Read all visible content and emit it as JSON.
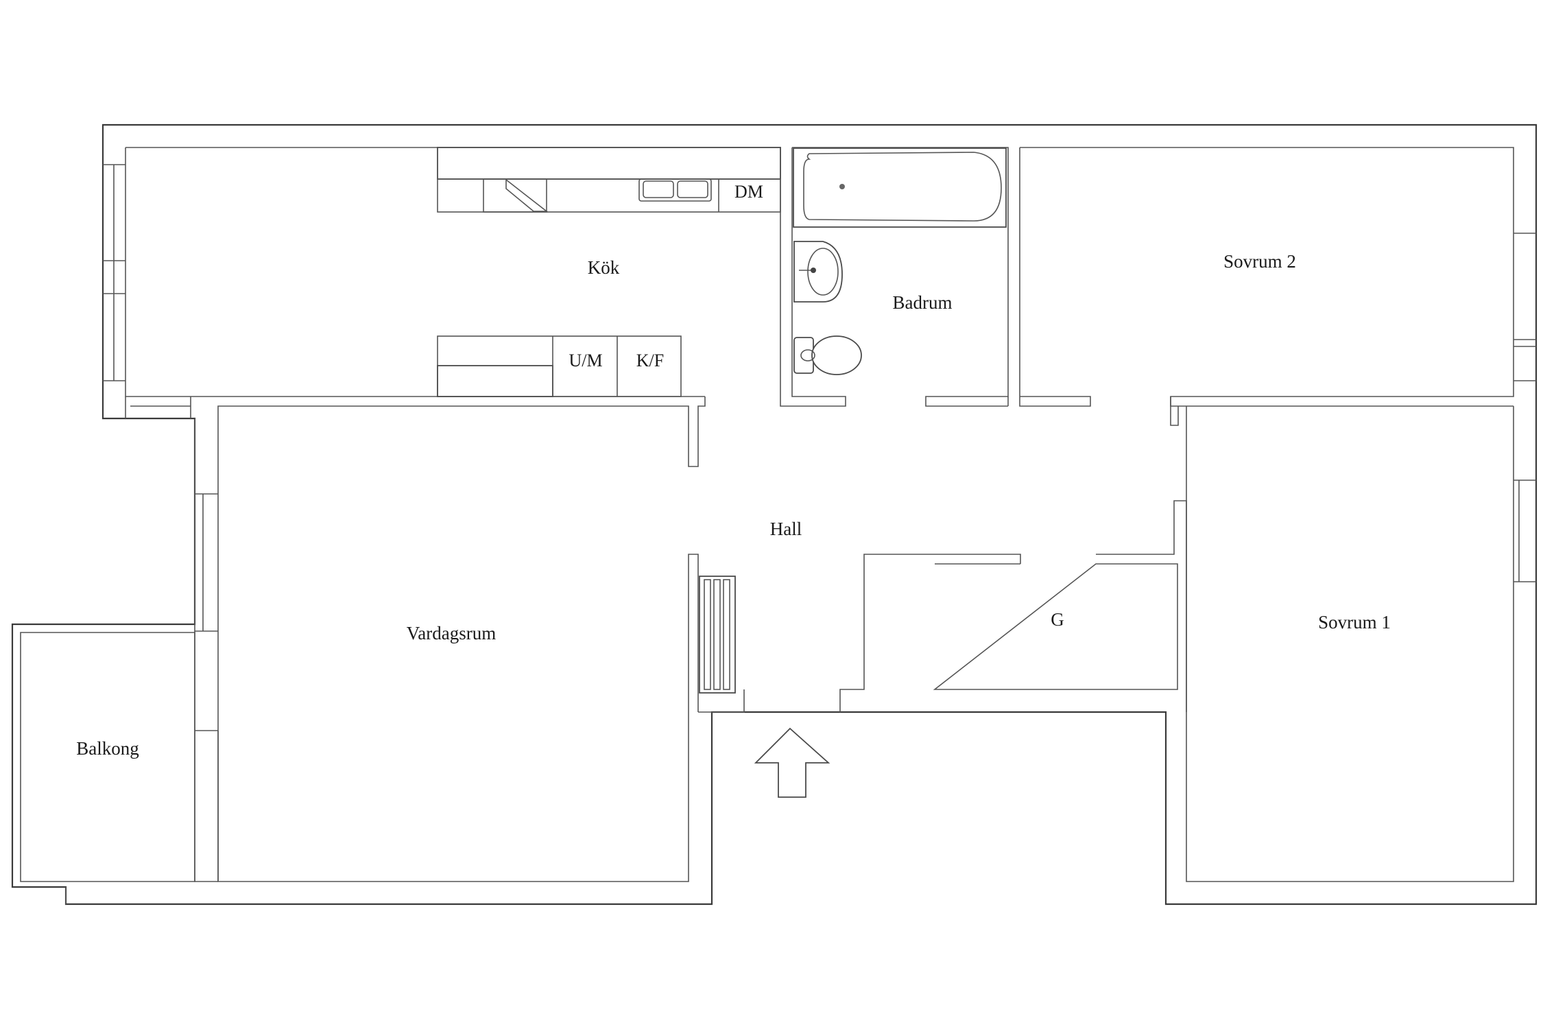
{
  "rooms": {
    "kok": "Kök",
    "badrum": "Badrum",
    "sovrum2": "Sovrum 2",
    "hall": "Hall",
    "vardagsrum": "Vardagsrum",
    "g": "G",
    "sovrum1": "Sovrum 1",
    "balkong": "Balkong"
  },
  "fixtures": {
    "dm": "DM",
    "um": "U/M",
    "kf": "K/F"
  },
  "icons": {
    "entrance": "entrance-arrow-icon",
    "bathtub": "bathtub-icon",
    "sink": "sink-icon",
    "toilet": "toilet-icon",
    "kitchen_sink": "kitchen-sink-icon",
    "radiator": "radiator-icon"
  },
  "colors": {
    "line": "#3a3a3a",
    "background": "#ffffff"
  }
}
